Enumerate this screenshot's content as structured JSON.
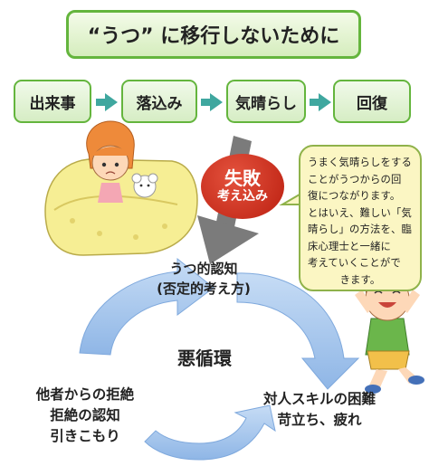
{
  "title": "“うつ” に移行しないために",
  "steps": [
    "出来事",
    "落込み",
    "気晴らし",
    "回復"
  ],
  "failure": {
    "line1": "失敗",
    "line2": "考え込み"
  },
  "advice": [
    "うまく気晴らしをする",
    "ことがうつからの回",
    "復につながります。",
    "とはいえ、難しい「気",
    "晴らし」の方法を、臨",
    "床心理士と一緒に",
    "考えていくことがで",
    "きます。"
  ],
  "cycle": {
    "cognition": [
      "うつ的認知",
      "(否定的考え方)"
    ],
    "center": "悪循環",
    "right": [
      "対人スキルの困難",
      "苛立ち、疲れ"
    ],
    "left": [
      "他者からの拒絶",
      "拒絶の認知",
      "引きこもり"
    ]
  },
  "colors": {
    "step_border": "#64b53d",
    "arrow_teal": "#3fa79f",
    "failure_red": "#c8281a",
    "cycle_blue": "#9cc0ea",
    "bubble_fill": "#fbf6c3"
  }
}
